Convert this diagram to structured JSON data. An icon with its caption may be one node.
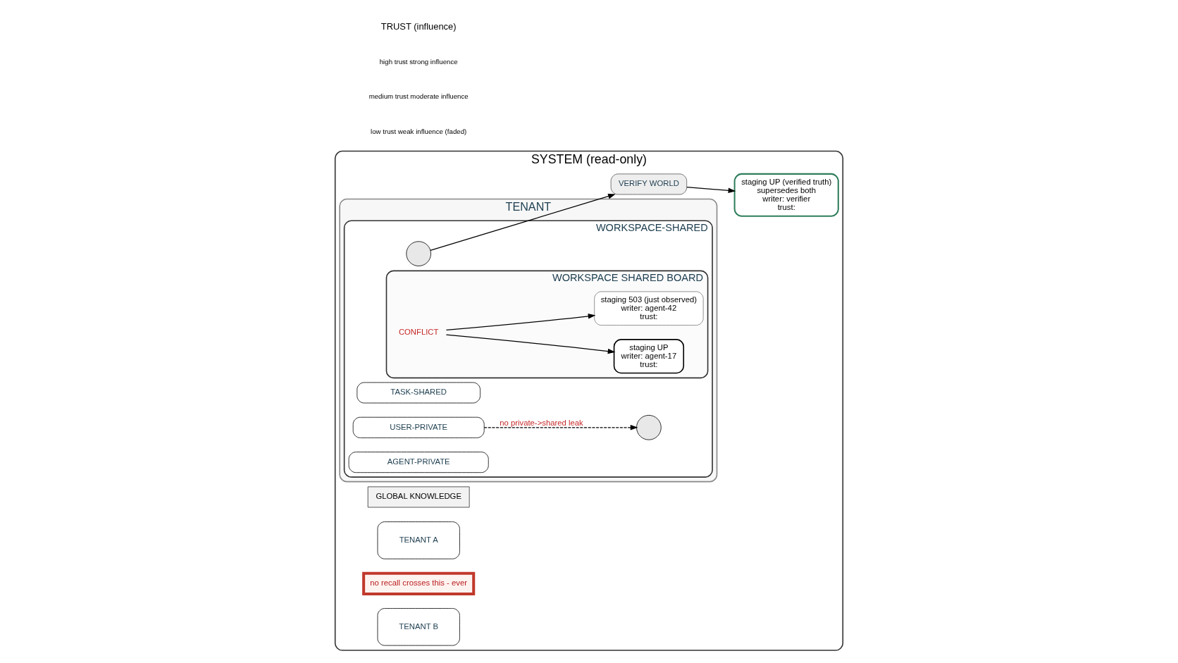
{
  "diagram": {
    "nodes": [
      {
        "text": [
          "SYSTEM (read-only)"
        ]
      },
      {
        "text": [
          "GLOBAL KNOWLEDGE"
        ],
        "in": 0
      },
      {
        "text": [
          "TENANT"
        ],
        "in": 0
      },
      {
        "text": [
          "WORKSPACE-SHARED"
        ],
        "in": 2
      },
      {
        "text": [],
        "shape": "person",
        "in": 3
      },
      {
        "text": [
          "WORKSPACE SHARED BOARD"
        ],
        "in": 3
      },
      {
        "text": [
          "staging UP",
          "writer: agent-17",
          "trust:"
        ],
        "in": 5
      },
      {
        "text": [
          "CONFLICT"
        ],
        "in": 5
      },
      {
        "text": [
          "staging 503 (just observed)",
          "writer: agent-42",
          "trust:"
        ],
        "in": 5
      },
      {
        "text": [],
        "shape": "person",
        "in": 3
      },
      {
        "text": [
          "VERIFY WORLD"
        ],
        "in": 0
      },
      {
        "text": [
          "staging UP (verified truth)",
          "supersedes both",
          "writer: verifier",
          "trust:"
        ],
        "in": 0
      },
      {
        "text": [
          "TASK-SHARED"
        ],
        "in": 3
      },
      {
        "text": [
          "USER-PRIVATE"
        ],
        "in": 3
      },
      {
        "text": [
          "AGENT-PRIVATE"
        ],
        "in": 3
      },
      {
        "text": [
          "TENANT A"
        ],
        "in": 0
      },
      {
        "text": [
          "no recall crosses this - ever"
        ],
        "in": 0
      },
      {
        "text": [
          "TENANT B"
        ],
        "in": 0
      }
    ],
    "edges": [
      {
        "from": 7,
        "to": 6,
        "arrow": "to"
      },
      {
        "from": 7,
        "to": 8,
        "arrow": "to"
      },
      {
        "from": 9,
        "to": 10,
        "arrow": "to"
      },
      {
        "from": 10,
        "to": 11,
        "arrow": "to"
      },
      {
        "from": 13,
        "to": 4,
        "arrow": "to",
        "style": "dashed",
        "label": "no private->shared leak"
      }
    ],
    "labels": [
      "TRUST (influence)"
    ],
    "legend": [
      {
        "text": "high trust strong influence"
      },
      {
        "text": "medium trust moderate influence"
      },
      {
        "text": "low trust weak influence (faded)"
      }
    ]
  }
}
